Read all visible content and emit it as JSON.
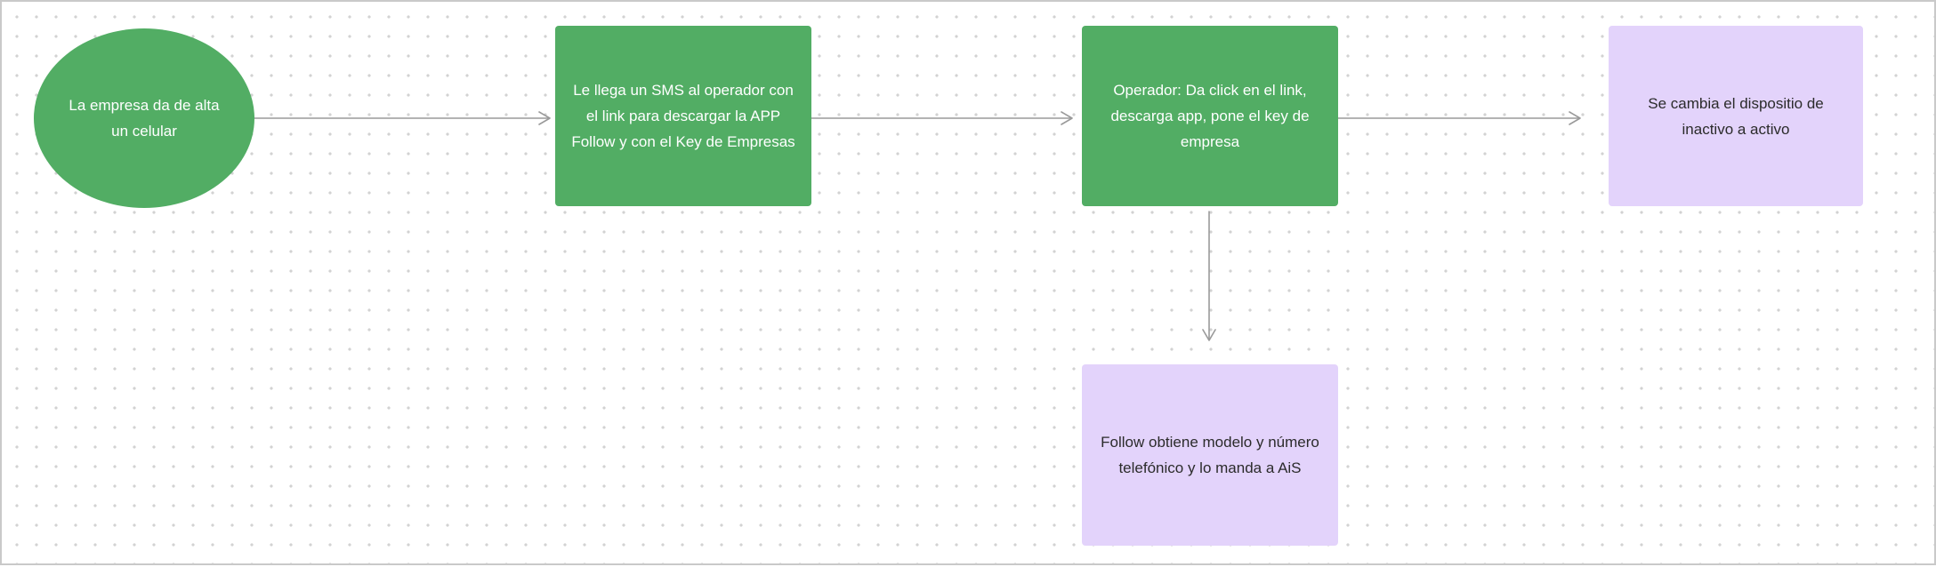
{
  "colors": {
    "start_fill": "#52ad64",
    "process_fill": "#52ad64",
    "result_fill": "#e3d3fb",
    "connector": "#9a9a9a",
    "canvas_dot": "#d2d2d2"
  },
  "nodes": {
    "start": {
      "text": "La empresa da de alta un celular"
    },
    "sms": {
      "text": "Le llega un SMS al operador con el link para descargar la APP Follow y con el Key de Empresas"
    },
    "operator": {
      "text": "Operador: Da click en el link, descarga app, pone el key de empresa"
    },
    "device": {
      "text": "Se cambia el dispositio de inactivo a activo"
    },
    "follow": {
      "text": "Follow obtiene modelo y número telefónico y lo manda a AiS"
    }
  }
}
